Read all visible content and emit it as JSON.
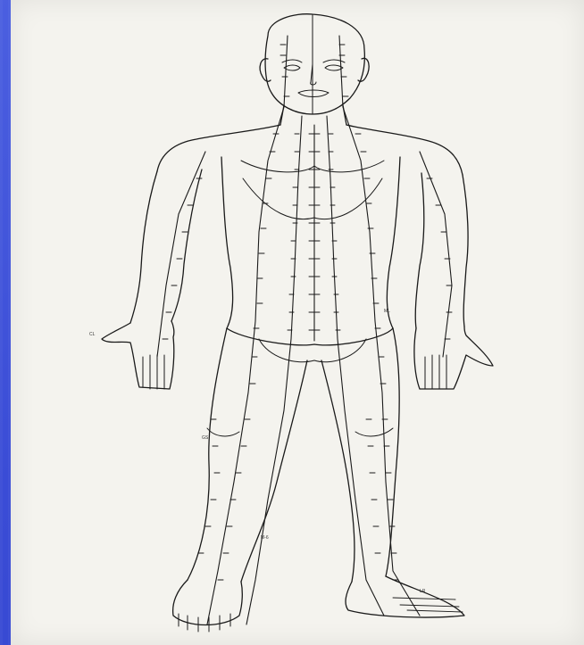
{
  "figure": {
    "point_labels": {
      "left_hand": "CL",
      "abdomen_right": "ML",
      "knee_left": "GS",
      "lower_leg": "M-6",
      "right_foot": "LR"
    }
  },
  "colors": {
    "slide_background": "#3a4cd6",
    "paper": "#f4f3ee",
    "ink": "#1a1a1a"
  }
}
